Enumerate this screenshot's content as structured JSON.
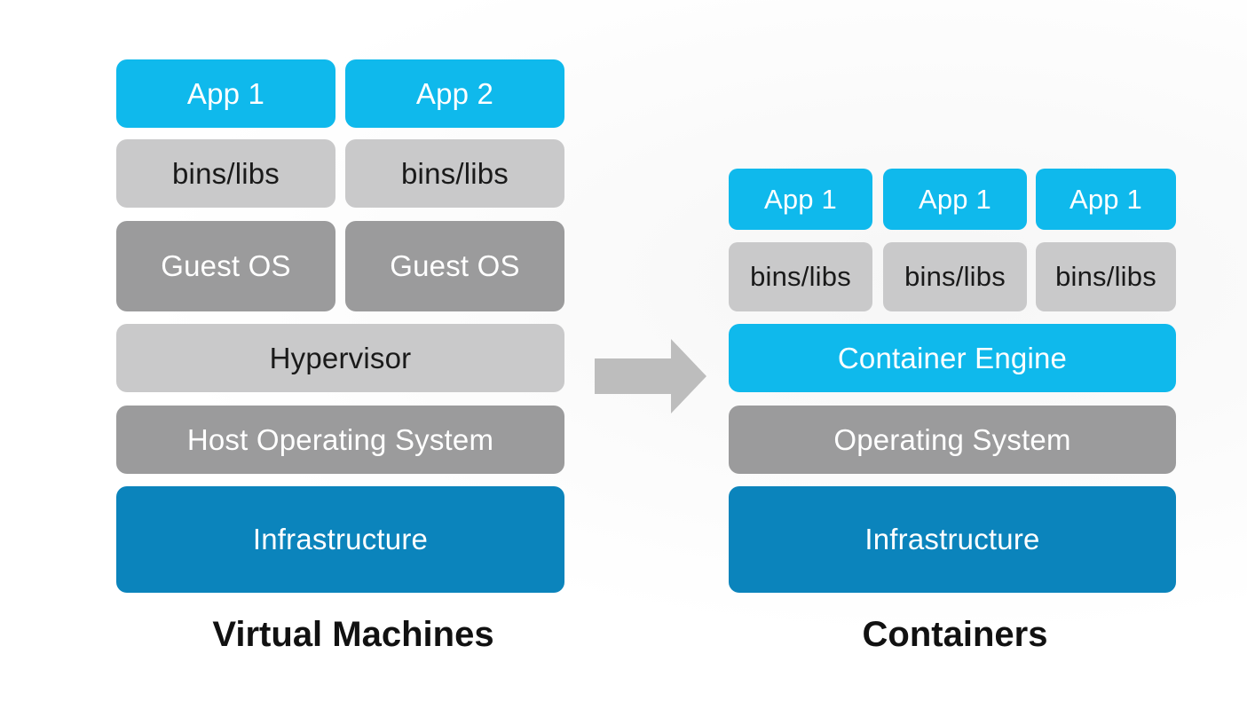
{
  "vm": {
    "title": "Virtual Machines",
    "apps": [
      "App 1",
      "App 2"
    ],
    "bins": [
      "bins/libs",
      "bins/libs"
    ],
    "guest_os": [
      "Guest OS",
      "Guest OS"
    ],
    "hypervisor": "Hypervisor",
    "host_os": "Host Operating System",
    "infrastructure": "Infrastructure"
  },
  "containers": {
    "title": "Containers",
    "apps": [
      "App 1",
      "App 1",
      "App 1"
    ],
    "bins": [
      "bins/libs",
      "bins/libs",
      "bins/libs"
    ],
    "engine": "Container Engine",
    "os": "Operating System",
    "infrastructure": "Infrastructure"
  },
  "colors": {
    "app_cyan": "#0fb9ec",
    "light_gray": "#c9c9ca",
    "mid_gray": "#9b9b9c",
    "infra_blue": "#0b84bc",
    "arrow_gray": "#bdbdbd"
  }
}
